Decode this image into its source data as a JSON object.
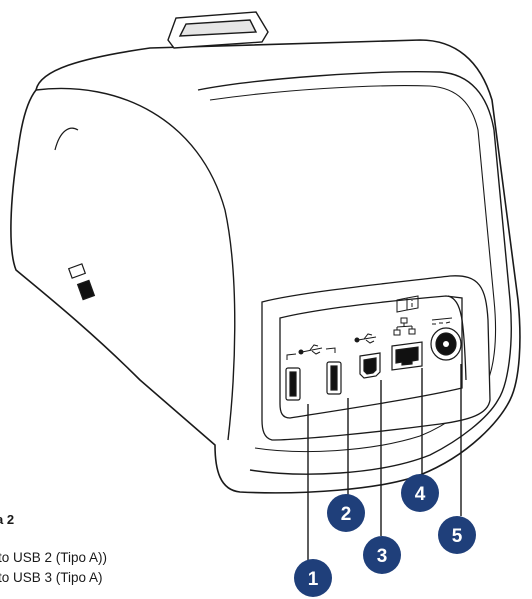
{
  "figure": {
    "caption_title": "a 2",
    "caption_lines": [
      "to USB 2 (Tipo A))",
      "to USB 3 (Tipo A)"
    ]
  },
  "callouts": [
    {
      "number": "1",
      "target": "usb-2-type-a-port"
    },
    {
      "number": "2",
      "target": "usb-3-type-a-port"
    },
    {
      "number": "3",
      "target": "usb-type-b-port"
    },
    {
      "number": "4",
      "target": "ethernet-port"
    },
    {
      "number": "5",
      "target": "dc-power-port"
    }
  ],
  "icons": {
    "usb": "usb-icon",
    "network": "network-icon",
    "manual": "manual-info-icon",
    "dc_power": "dc-power-icon"
  },
  "colors": {
    "callout_fill": "#1f3f7a",
    "outline": "#1a1a1a",
    "device_body": "#ffffff"
  }
}
